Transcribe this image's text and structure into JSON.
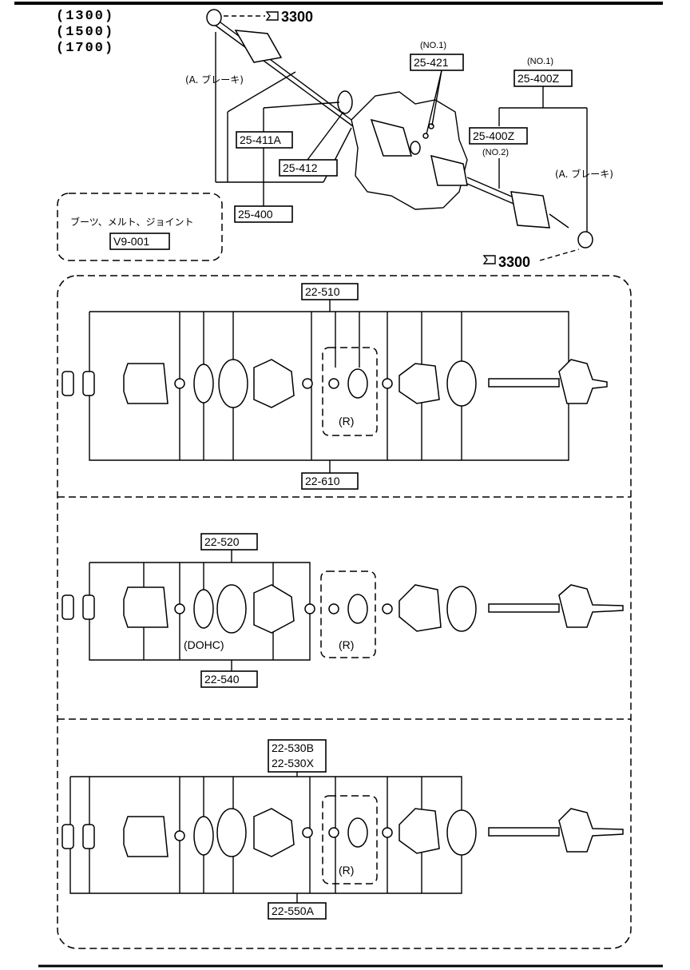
{
  "header": {
    "engines": [
      "(1300)",
      "(1500)",
      "(1700)"
    ]
  },
  "top": {
    "ref_3300_top": "3300",
    "ref_3300_bottom": "3300",
    "brake_left": "(A. ブレーキ)",
    "brake_right": "(A. ブレーキ)",
    "no1_a": "(NO.1)",
    "no1_b": "(NO.1)",
    "no2": "(NO.2)",
    "part_25_421": "25-421",
    "part_25_400z_a": "25-400Z",
    "part_25_400z_b": "25-400Z",
    "part_25_411a": "25-411A",
    "part_25_412": "25-412",
    "part_25_400": "25-400",
    "kit_note": "ブーツ、メルト、ジョイント",
    "kit_code": "V9-001"
  },
  "sections": {
    "s1_top": "22-510",
    "s1_bottom": "22-610",
    "s1_r": "(R)",
    "s2_top": "22-520",
    "s2_bottom": "22-540",
    "s2_dohc": "(DOHC)",
    "s2_r": "(R)",
    "s3_top_a": "22-530B",
    "s3_top_b": "22-530X",
    "s3_bottom": "22-550A",
    "s3_r": "(R)"
  }
}
